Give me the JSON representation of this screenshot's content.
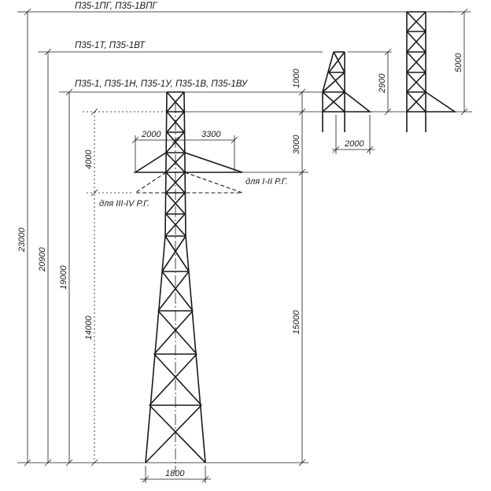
{
  "titles": {
    "pg": "П35-1ПГ, П35-1ВПГ",
    "t": "П35-1Т, П35-1ВТ",
    "base": "П35-1, П35-1Н, П35-1У, П35-1В, П35-1ВУ"
  },
  "notes": {
    "rg12": "для I-II Р.Г.",
    "rg34": "для III-IV Р.Г."
  },
  "dims": {
    "d23000": "23000",
    "d20900": "20900",
    "d19000": "19000",
    "d14000": "14000",
    "d4000": "4000",
    "d15000": "15000",
    "d3000": "3000",
    "d1000": "1000",
    "d2000": "2000",
    "d3300": "3300",
    "d1800": "1800",
    "d2900": "2900",
    "d2000b": "2000",
    "d5000": "5000"
  }
}
